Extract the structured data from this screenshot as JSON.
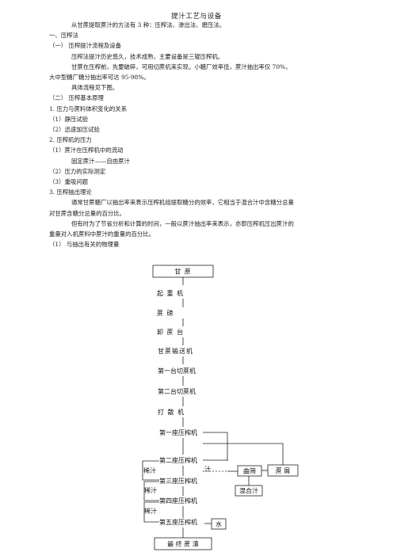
{
  "document": {
    "title": "提汁工艺与设备",
    "lines": [
      {
        "text": "从甘蔗提取蔗汁的方法有 3 种：压榨法、渗出法、磨压法。",
        "x": 90
      },
      {
        "text": "一、压榨法",
        "x": 62
      },
      {
        "text": "（一）  压榨提汁流程及设备",
        "x": 62
      },
      {
        "text": "压榨法提汁历史悠久，技术成熟，主要设备是三辊压榨机。",
        "x": 90
      },
      {
        "text": "甘蔗在压榨前，先要破碎，可用切蔗机来实现。小糖厂效率低，蔗汁抽出率仅  70%，",
        "x": 90
      },
      {
        "text": "大中型糖厂糖分抽出率可达 95-98%。",
        "x": 62
      },
      {
        "text": "具体流程见下图。",
        "x": 90
      },
      {
        "text": "（二）  压榨基本原理",
        "x": 62
      },
      {
        "text": "1.  压力与蔗料体积变化的关系",
        "x": 62
      },
      {
        "text": "（1）静压试验",
        "x": 62
      },
      {
        "text": "（2）迅速加压试验",
        "x": 62
      },
      {
        "text": "2.  压榨机的压力",
        "x": 62
      },
      {
        "text": "（1）蔗汁在压榨机中的流动",
        "x": 62
      },
      {
        "text": "固定蔗汁——自由蔗汁",
        "x": 90
      },
      {
        "text": "（2）压力的实际测定",
        "x": 62
      },
      {
        "text": "（3）重吸问题",
        "x": 62
      },
      {
        "text": "3.  压榨抽出理论",
        "x": 62
      },
      {
        "text": "通常甘蔗糖厂以抽出率来表示压榨机组提取糖分的效率，它相当于混合汁中含糖分总量",
        "x": 90
      },
      {
        "text": "对甘蔗含糖分总量的百分比。",
        "x": 62
      },
      {
        "text": "但有时为了节省分析和计算的时间，一般以蔗汁抽出率来表示，亦即压榨机压出蔗汁的",
        "x": 90
      },
      {
        "text": "重量对入机蔗料中蔗汁的重量的百分比。",
        "x": 62
      },
      {
        "text": "（1）   与抽出有关的物理量",
        "x": 62
      }
    ]
  },
  "flowchart": {
    "top_box": "甘  蔗",
    "steps": [
      "起  重  机",
      "蔗      磅",
      "卸  蔗  台",
      "甘蔗输送机",
      "第一台切蔗机",
      "第二台切蔗机",
      "打  散  机"
    ],
    "mills": [
      "第一座压榨机",
      "第二座压榨机",
      "第三座压榨机",
      "第四座压榨机",
      "第五座压榨机"
    ],
    "side": {
      "sugar_juice_1": "稀汁",
      "sugar_juice_2": "稀汁",
      "sugar_juice_3": "稀汁",
      "juice_label": "汁",
      "screen": "曲筛",
      "bagacillo": "蔗  屑",
      "mixed_juice": "混合汁",
      "water": "水"
    },
    "final": "最 终 蔗 渣"
  }
}
